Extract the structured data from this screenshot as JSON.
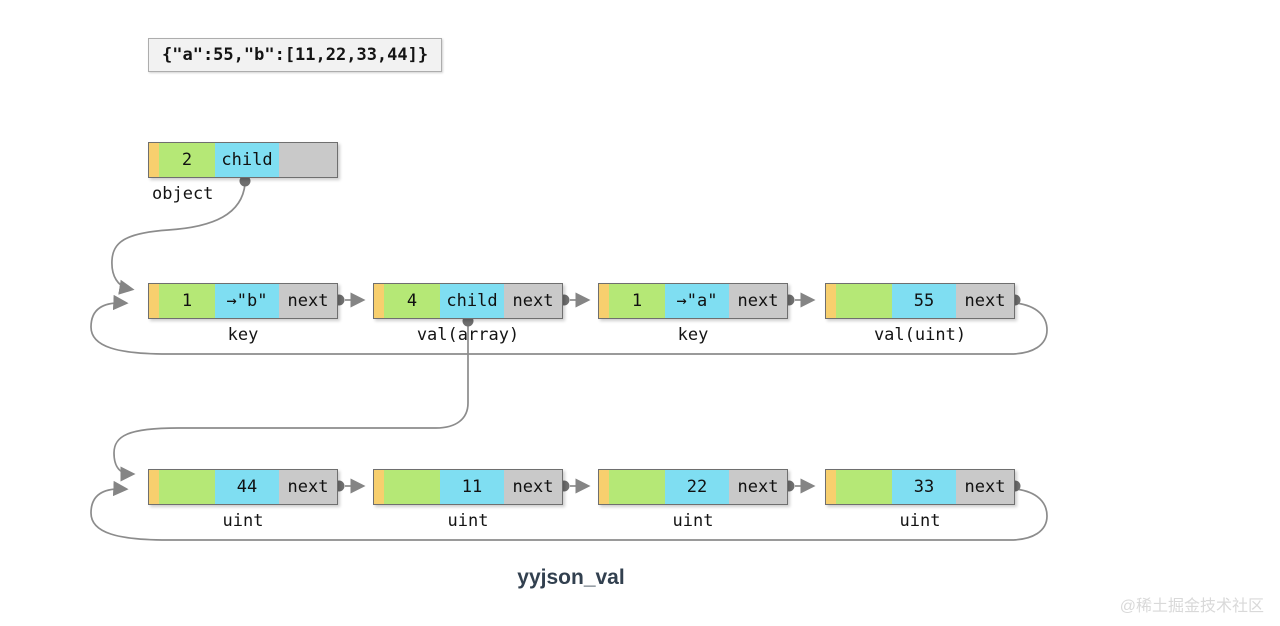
{
  "diagram": {
    "code_box": "{\"a\":55,\"b\":[11,22,33,44]}",
    "title": "yyjson_val",
    "watermark": "@稀土掘金技术社区"
  },
  "colors": {
    "tag_strip": "#f7cf6e",
    "field_green": "#b5e876",
    "field_cyan": "#7fdef2",
    "field_gray": "#c9c9c9",
    "node_border": "#6f6f6f",
    "wire": "#8c8c8c",
    "dot": "#6f6f6f",
    "code_box_bg": "#f2f2f2",
    "title_text": "#32404f",
    "watermark_text": "#d9d9d9"
  },
  "nodes": [
    {
      "id": "object",
      "a": "2",
      "b": "child",
      "c": "",
      "label": "object"
    },
    {
      "id": "key-b",
      "a": "1",
      "b": "→\"b\"",
      "c": "next",
      "label": "key"
    },
    {
      "id": "val-array",
      "a": "4",
      "b": "child",
      "c": "next",
      "label": "val(array)"
    },
    {
      "id": "key-a",
      "a": "1",
      "b": "→\"a\"",
      "c": "next",
      "label": "key"
    },
    {
      "id": "val-uint-55",
      "a": "",
      "b": "55",
      "c": "next",
      "label": "val(uint)"
    },
    {
      "id": "uint-44",
      "a": "",
      "b": "44",
      "c": "next",
      "label": "uint"
    },
    {
      "id": "uint-11",
      "a": "",
      "b": "11",
      "c": "next",
      "label": "uint"
    },
    {
      "id": "uint-22",
      "a": "",
      "b": "22",
      "c": "next",
      "label": "uint"
    },
    {
      "id": "uint-33",
      "a": "",
      "b": "33",
      "c": "next",
      "label": "uint"
    }
  ],
  "connections": [
    {
      "from": "object.child",
      "to": "key-b"
    },
    {
      "from": "key-b.next",
      "to": "val-array"
    },
    {
      "from": "val-array.next",
      "to": "key-a"
    },
    {
      "from": "key-a.next",
      "to": "val-uint-55"
    },
    {
      "from": "val-uint-55.next",
      "to": "key-b"
    },
    {
      "from": "val-array.child",
      "to": "uint-44"
    },
    {
      "from": "uint-44.next",
      "to": "uint-11"
    },
    {
      "from": "uint-11.next",
      "to": "uint-22"
    },
    {
      "from": "uint-22.next",
      "to": "uint-33"
    },
    {
      "from": "uint-33.next",
      "to": "uint-44"
    }
  ]
}
